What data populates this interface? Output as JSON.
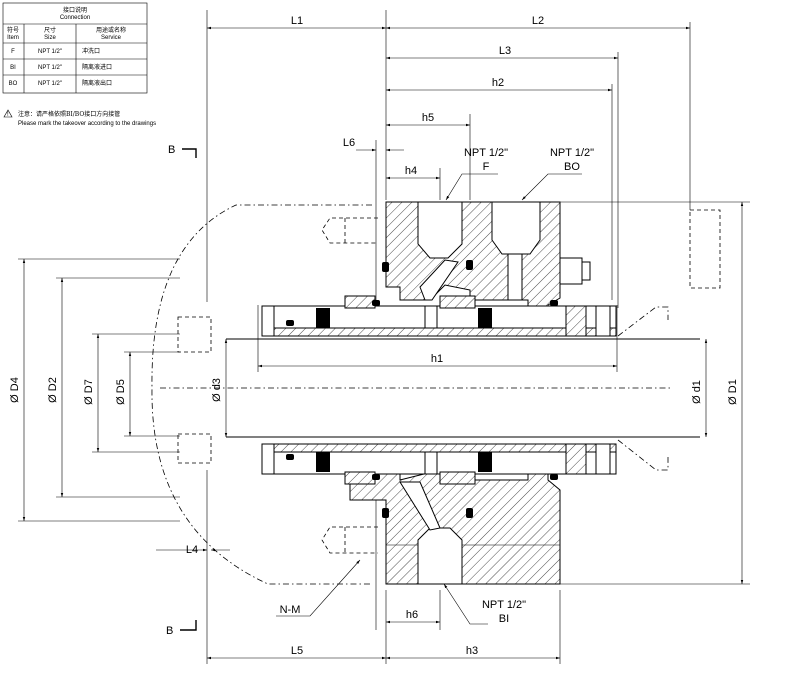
{
  "connection_table": {
    "title": "接口说明",
    "title_en": "Connection",
    "headers": [
      {
        "cn": "符号",
        "en": "Item"
      },
      {
        "cn": "尺寸",
        "en": "Size"
      },
      {
        "cn": "用途或名称",
        "en": "Service"
      }
    ],
    "rows": [
      {
        "item": "F",
        "size": "NPT 1/2\"",
        "service": "冲洗口"
      },
      {
        "item": "BI",
        "size": "NPT 1/2\"",
        "service": "隔离液进口"
      },
      {
        "item": "BO",
        "size": "NPT 1/2\"",
        "service": "隔离液出口"
      }
    ]
  },
  "note": {
    "cn": "注意：请严格依照BI/BO接口方向接管",
    "en": "Please mark the takeover according to the drawings"
  },
  "dimensions": {
    "L1": "L1",
    "L2": "L2",
    "L3": "L3",
    "L4": "L4",
    "L5": "L5",
    "L6": "L6",
    "h1": "h1",
    "h2": "h2",
    "h3": "h3",
    "h4": "h4",
    "h5": "h5",
    "h6": "h6",
    "D1": "Ø D1",
    "D2": "Ø D2",
    "D4": "Ø D4",
    "D5": "Ø D5",
    "D7": "Ø D7",
    "d1": "Ø d1",
    "d3": "Ø d3"
  },
  "ports": {
    "F_size": "NPT 1/2\"",
    "F_label": "F",
    "BO_size": "NPT 1/2\"",
    "BO_label": "BO",
    "BI_size": "NPT 1/2\"",
    "BI_label": "BI"
  },
  "section_marks": {
    "top": "B",
    "bottom": "B"
  },
  "bolt_label": "N-M"
}
